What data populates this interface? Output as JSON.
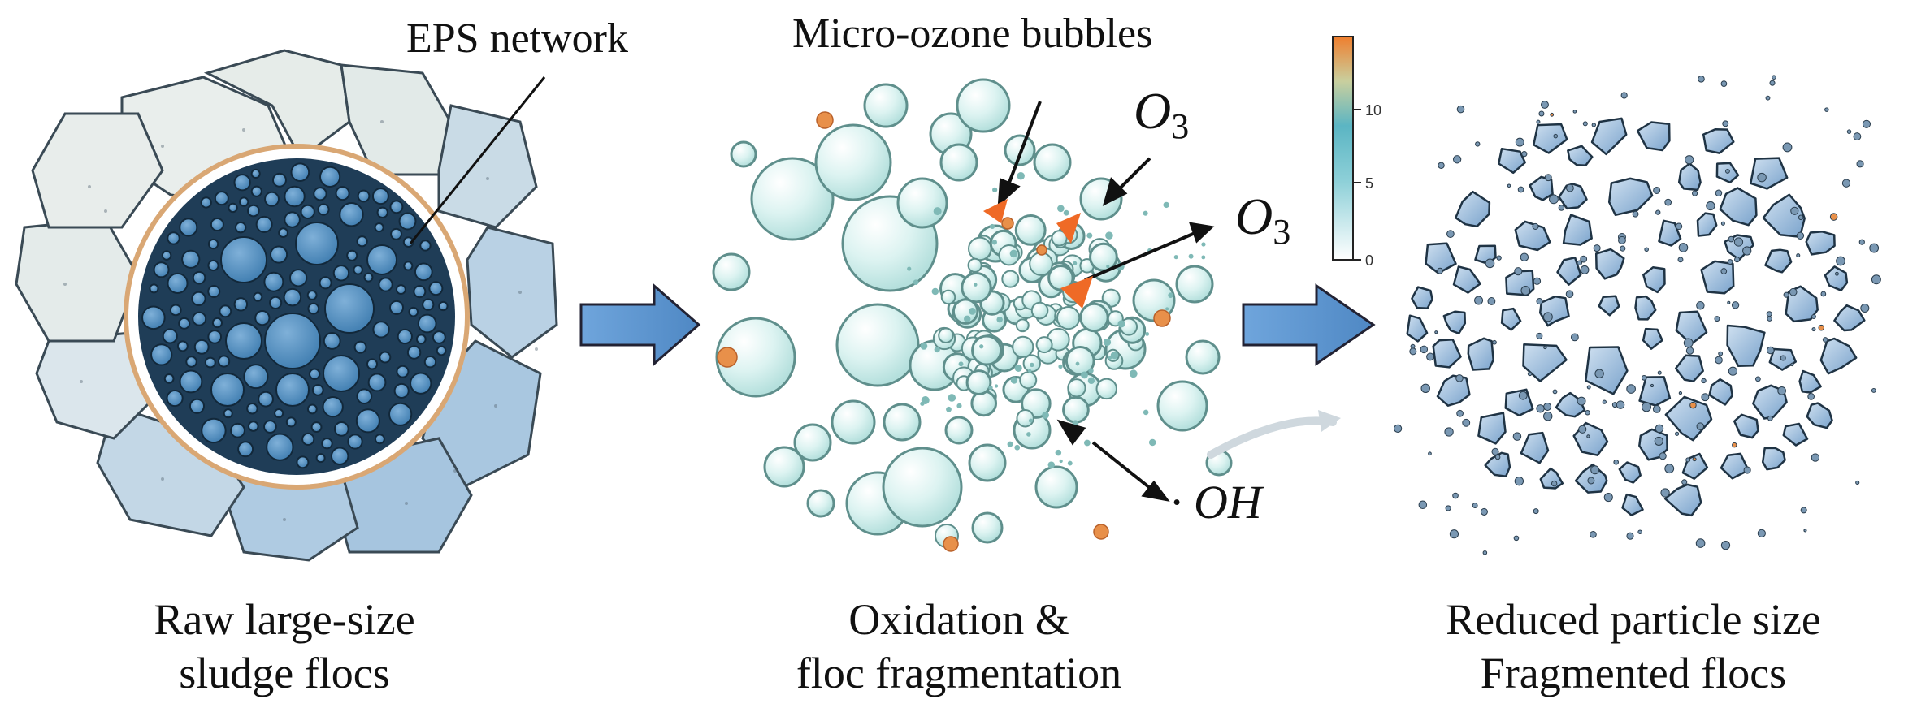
{
  "callouts": {
    "eps": "EPS network",
    "bubbles": "Micro-ozone bubbles"
  },
  "species": {
    "o3_a": "O",
    "o3_a_sub": "3",
    "o3_b": "O",
    "o3_b_sub": "3",
    "oh": "· OH"
  },
  "stages": [
    {
      "line1": "Raw large-size",
      "line2": "sludge flocs"
    },
    {
      "line1": "Oxidation &",
      "line2": "floc fragmentation"
    },
    {
      "line1": "Reduced particle size",
      "line2": "Fragmented flocs"
    }
  ],
  "colorbar": {
    "ticks": [
      "0",
      "5",
      "10"
    ]
  },
  "colors": {
    "floc_outer_light": "#e6ecea",
    "floc_outer_blue": "#a9c8e0",
    "floc_core_cell": "#4d89bb",
    "bubble": "#d7f1ef",
    "bubble_stroke": "#6b9d9b",
    "ozone_dot": "#e8904a",
    "process_arrow": "#5b95cf",
    "fragment": "#8fb5db"
  }
}
